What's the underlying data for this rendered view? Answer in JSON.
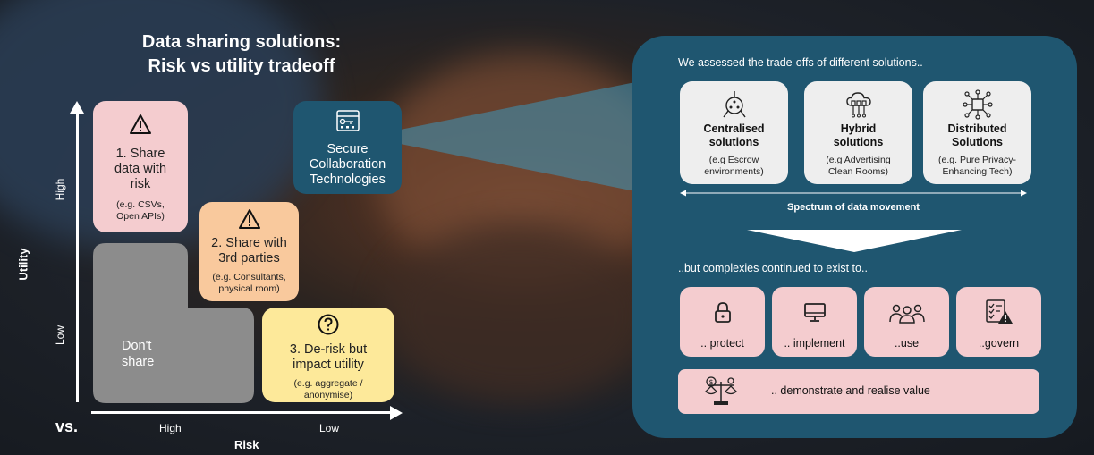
{
  "title": {
    "line1": "Data sharing solutions:",
    "line2": "Risk vs utility tradeoff"
  },
  "axes": {
    "y_title": "Utility",
    "y_high": "High",
    "y_low": "Low",
    "x_title": "Risk",
    "x_high": "High",
    "x_low": "Low",
    "vs": "vs."
  },
  "quadrants": {
    "share": {
      "title_lines": [
        "1. Share",
        "data with",
        "risk"
      ],
      "note_lines": [
        "(e.g. CSVs,",
        "Open APIs)"
      ],
      "color": "#f4cccf"
    },
    "third": {
      "title_lines": [
        "2. Share with",
        "3rd parties"
      ],
      "note_lines": [
        "(e.g. Consultants,",
        "physical room)"
      ],
      "color": "#f9c99d"
    },
    "derisk": {
      "title_lines": [
        "3. De-risk but",
        "impact utility"
      ],
      "note_lines": [
        "(e.g. aggregate /",
        "anonymise)"
      ],
      "color": "#fde99a"
    },
    "dont": {
      "title_lines": [
        "Don't",
        "share"
      ],
      "color": "#8c8c8c"
    }
  },
  "secure": {
    "lines": [
      "Secure",
      "Collaboration",
      "Technologies"
    ],
    "color": "#1f5670"
  },
  "panel": {
    "heading": "We assessed the trade-offs of different solutions..",
    "solutions": [
      {
        "title_lines": [
          "Centralised",
          "solutions"
        ],
        "note_lines": [
          "(e.g Escrow",
          "environments)"
        ],
        "icon": "centralised-icon"
      },
      {
        "title_lines": [
          "Hybrid",
          "solutions"
        ],
        "note_lines": [
          "(e.g Advertising",
          "Clean Rooms)"
        ],
        "icon": "hybrid-cloud-icon"
      },
      {
        "title_lines": [
          "Distributed",
          "Solutions"
        ],
        "note_lines": [
          "(e.g. Pure Privacy-",
          "Enhancing Tech)"
        ],
        "icon": "distributed-network-icon"
      }
    ],
    "spectrum_label": "Spectrum of data movement",
    "complexities_heading": "..but complexies continued to exist to..",
    "complexities": [
      {
        "label": ".. protect",
        "icon": "lock-icon"
      },
      {
        "label": ".. implement",
        "icon": "monitor-icon"
      },
      {
        "label": "..use",
        "icon": "people-icon"
      },
      {
        "label": "..govern",
        "icon": "checklist-warning-icon"
      }
    ],
    "value_label": ".. demonstrate and realise value",
    "value_icon": "scales-money-icon"
  }
}
